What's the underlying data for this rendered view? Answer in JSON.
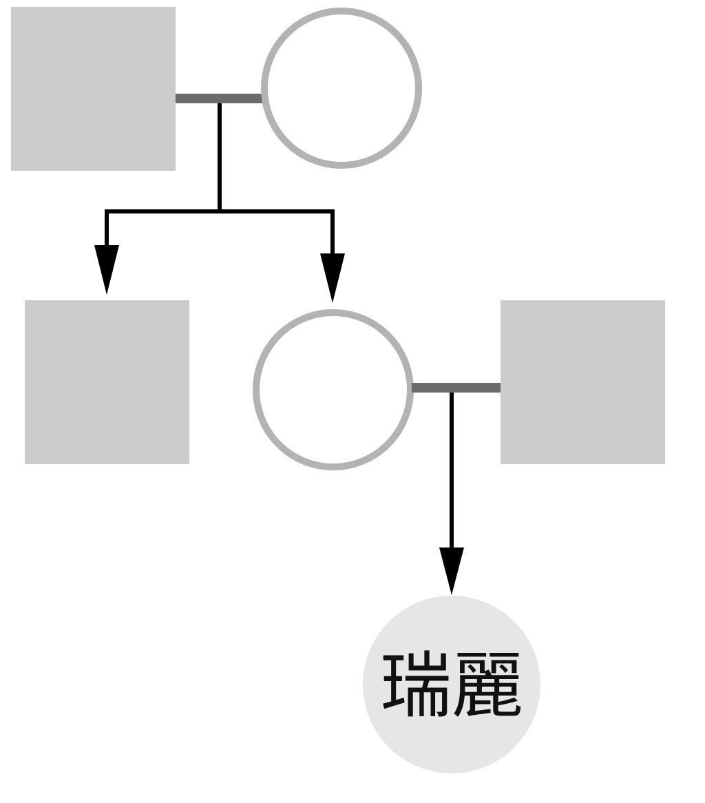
{
  "diagram": {
    "type": "pedigree",
    "proband": {
      "sex": "female",
      "label": "瑞麗"
    },
    "colors": {
      "male_fill": "#cccccc",
      "female_outline": "#b3b3b3",
      "proband_fill": "#e6e6e6",
      "marriage_line": "#6b6b6b",
      "descent_line": "#000000"
    }
  }
}
